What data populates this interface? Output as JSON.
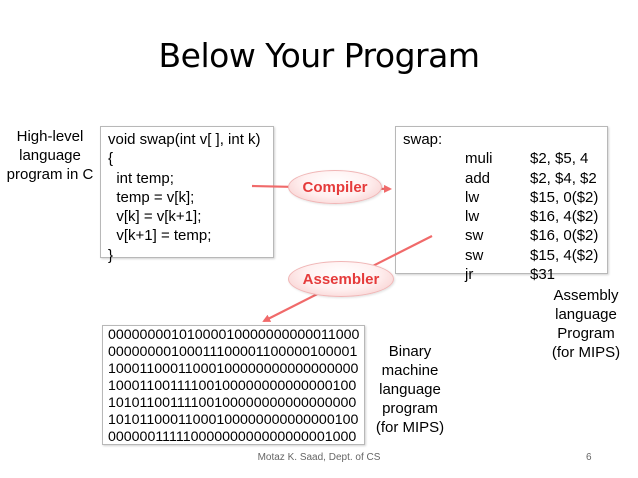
{
  "title": "Below Your Program",
  "high_level_label": [
    "High-level",
    "language",
    "program in C"
  ],
  "c_code": [
    "void swap(int v[ ], int k)",
    "{",
    "  int temp;",
    "  temp = v[k];",
    "  v[k] = v[k+1];",
    "  v[k+1] = temp;",
    "}"
  ],
  "compiler_label": "Compiler",
  "assembler_label": "Assembler",
  "assembly": {
    "header": "swap:",
    "rows": [
      {
        "op": "muli",
        "args": "$2, $5, 4"
      },
      {
        "op": "add",
        "args": "$2, $4, $2"
      },
      {
        "op": "lw",
        "args": "$15, 0($2)"
      },
      {
        "op": "lw",
        "args": "$16, 4($2)"
      },
      {
        "op": "sw",
        "args": "$16, 0($2)"
      },
      {
        "op": "sw",
        "args": "$15, 4($2)"
      },
      {
        "op": "jr",
        "args": "$31"
      }
    ]
  },
  "assembly_label": [
    "Assembly",
    "language",
    "Program",
    "(for MIPS)"
  ],
  "binary": [
    "00000000101000010000000000011000",
    "00000000100011100001100000100001",
    "10001100011000100000000000000000",
    "10001100111100100000000000000100",
    "10101100111100100000000000000000",
    "10101100011000100000000000000100",
    "00000011111000000000000000001000"
  ],
  "binary_label": [
    "Binary",
    "machine",
    "language",
    "program",
    "(for MIPS)"
  ],
  "footer": {
    "author": "Motaz K. Saad, Dept. of CS",
    "page": "6"
  },
  "colors": {
    "arrow": "#f06a6a",
    "label_text": "#e53b3b"
  }
}
